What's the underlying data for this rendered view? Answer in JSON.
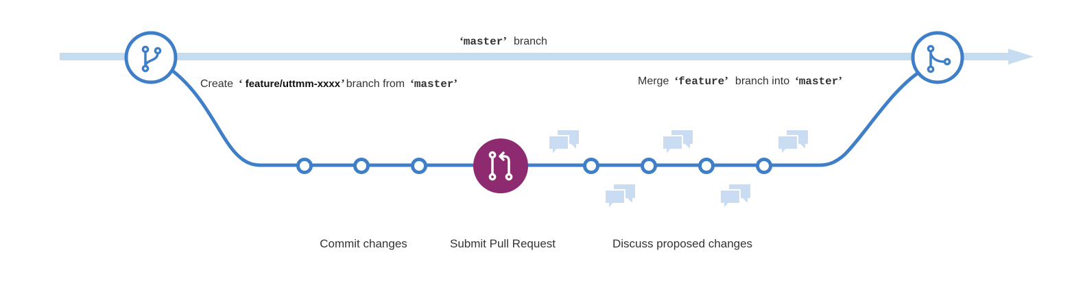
{
  "master_label": {
    "quote_open": "‘",
    "name": "master",
    "quote_close": "’",
    "suffix": "branch"
  },
  "create_label": {
    "prefix": "Create",
    "quote_open": "‘",
    "branch": "feature/uttmm-xxxx",
    "quote_close": "’",
    "middle": "branch  from",
    "source_open": "‘",
    "source": "master",
    "source_close": "’"
  },
  "merge_label": {
    "prefix": "Merge",
    "quote_open": "‘",
    "branch": "feature",
    "quote_close": "’",
    "middle": "branch into",
    "target_open": "‘",
    "target": "master",
    "target_close": "’"
  },
  "captions": {
    "commit": "Commit changes",
    "pull_request": "Submit Pull Request",
    "discuss": "Discuss proposed changes"
  },
  "colors": {
    "master_line": "#c6dcf0",
    "feature_line": "#3f7fc7",
    "pull_request": "#8e2a6f",
    "comment": "#c9dcf1",
    "node_fill": "#ffffff"
  },
  "icons": {
    "branch": "git-branch-icon",
    "merge": "git-merge-icon",
    "pull_request": "git-pull-request-icon",
    "commit": "commit-node-icon",
    "comment": "comment-bubbles-icon"
  },
  "diagram": {
    "commit_nodes_before_pr": 3,
    "commit_nodes_after_pr": 4,
    "comment_bubbles": 5
  }
}
